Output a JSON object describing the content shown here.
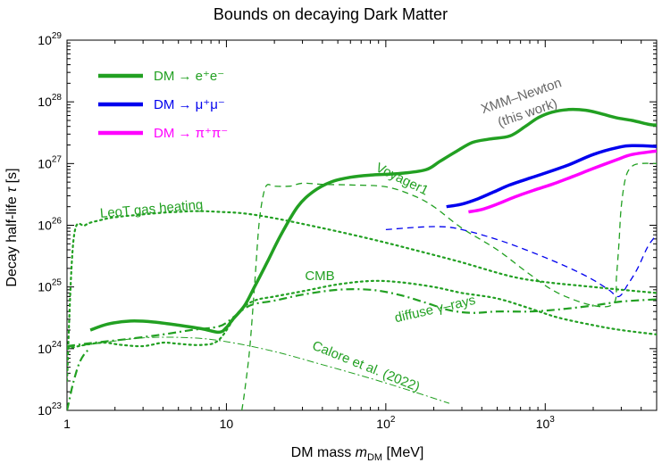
{
  "chart_data": {
    "type": "line",
    "title": "Bounds on decaying Dark Matter",
    "xlabel": "DM mass m_DM [MeV]",
    "ylabel": "Decay half-life τ [s]",
    "xscale": "log",
    "yscale": "log",
    "xlim": [
      1,
      5000
    ],
    "ylim": [
      1e+23,
      1e+29
    ],
    "x_tick_labels": [
      "1",
      "10",
      "10^2",
      "10^3"
    ],
    "y_tick_labels": [
      "10^23",
      "10^24",
      "10^25",
      "10^26",
      "10^27",
      "10^28",
      "10^29"
    ],
    "legend_position": "top-left",
    "legend": [
      {
        "label": "DM → e⁺e⁻",
        "color": "#22a022"
      },
      {
        "label": "DM → μ⁺μ⁻",
        "color": "#0000ee"
      },
      {
        "label": "DM → π⁺π⁻",
        "color": "#ff00ff"
      }
    ],
    "annotations": [
      {
        "text": "XMM–Newton",
        "text2": "(this work)",
        "color": "#666666"
      },
      {
        "text": "LeoT gas heating",
        "color": "#22a022"
      },
      {
        "text": "Voyager1",
        "color": "#22a022"
      },
      {
        "text": "CMB",
        "color": "#22a022"
      },
      {
        "text": "diffuse γ–rays",
        "color": "#22a022"
      },
      {
        "text": "Calore et al. (2022)",
        "color": "#22a022"
      }
    ],
    "series": [
      {
        "name": "DM → e⁺e⁻",
        "key": "xmm_ee",
        "color": "#22a022",
        "style": "solid-thick",
        "x": [
          1.4,
          1.8,
          2.5,
          3.5,
          5,
          7,
          9,
          10,
          11,
          13,
          15,
          18,
          22,
          28,
          35,
          45,
          60,
          80,
          100,
          130,
          180,
          220,
          280,
          350,
          450,
          600,
          750,
          900,
          1100,
          1400,
          1800,
          2200,
          2800,
          3500,
          4500,
          5000
        ],
        "y": [
          2e+24,
          2.5e+24,
          2.8e+24,
          2.7e+24,
          2.4e+24,
          2.1e+24,
          1.85e+24,
          2.2e+24,
          3e+24,
          5e+24,
          1e+25,
          2.5e+25,
          7e+25,
          2e+26,
          3.5e+26,
          5e+26,
          6e+26,
          6.5e+26,
          6.7e+26,
          7e+26,
          8e+26,
          1.1e+27,
          1.6e+27,
          2.2e+27,
          2.5e+27,
          2.8e+27,
          4e+27,
          5.5e+27,
          6.8e+27,
          7.5e+27,
          7.3e+27,
          6.5e+27,
          5.5e+27,
          5e+27,
          4.3e+27,
          4.2e+27
        ]
      },
      {
        "name": "DM → μ⁺μ⁻",
        "key": "xmm_mumu",
        "color": "#0000ee",
        "style": "solid-thick",
        "x": [
          240,
          300,
          380,
          480,
          600,
          800,
          1000,
          1400,
          2000,
          2800,
          3500,
          5000
        ],
        "y": [
          2e+26,
          2.2e+26,
          2.7e+26,
          3.5e+26,
          4.5e+26,
          5.8e+26,
          7e+26,
          9.5e+26,
          1.4e+27,
          1.8e+27,
          1.95e+27,
          1.9e+27
        ]
      },
      {
        "name": "DM → π⁺π⁻",
        "key": "xmm_pipi",
        "color": "#ff00ff",
        "style": "solid-thick",
        "x": [
          330,
          400,
          500,
          650,
          850,
          1100,
          1500,
          2000,
          2800,
          3500,
          5000
        ],
        "y": [
          1.65e+26,
          1.8e+26,
          2.2e+26,
          2.9e+26,
          3.7e+26,
          4.6e+26,
          6.2e+26,
          8.3e+26,
          1.15e+27,
          1.4e+27,
          1.6e+27
        ]
      },
      {
        "name": "LeoT gas heating",
        "key": "leot",
        "color": "#22a022",
        "style": "dotted",
        "x": [
          1,
          1.1,
          1.3,
          1.6,
          2,
          3,
          4,
          5,
          6.5,
          9,
          13,
          20,
          40,
          80,
          150,
          300,
          600,
          1000,
          2000,
          3000,
          5000
        ],
        "y": [
          3e+23,
          6e+25,
          1e+26,
          1.2e+26,
          1.35e+26,
          1.5e+26,
          1.6e+26,
          1.65e+26,
          1.7e+26,
          1.65e+26,
          1.55e+26,
          1.3e+26,
          9e+25,
          6e+25,
          4e+25,
          2.5e+25,
          1.5e+25,
          1.2e+25,
          1e+25,
          9e+24,
          8e+24
        ]
      },
      {
        "name": "Voyager1",
        "key": "voyager",
        "color": "#22a022",
        "style": "dashed",
        "x": [
          12.5,
          13,
          14,
          15,
          16,
          17,
          18,
          20,
          25,
          30,
          40,
          60,
          100,
          150,
          200,
          300,
          500,
          800,
          1200,
          2000,
          2700,
          2800,
          2900,
          3000,
          3200,
          3500,
          4000,
          5000
        ],
        "y": [
          1e+23,
          2e+23,
          1e+24,
          1e+25,
          1e+26,
          3e+26,
          4.5e+26,
          4.3e+26,
          4.3e+26,
          4.8e+26,
          4.6e+26,
          4.5e+26,
          4.2e+26,
          3e+26,
          2e+26,
          9e+25,
          4e+25,
          1.6e+25,
          8e+24,
          5e+24,
          5.5e+24,
          1.5e+25,
          5e+25,
          2e+26,
          6e+26,
          9e+26,
          1e+27,
          1e+27
        ]
      },
      {
        "name": "Voyager1 μμ",
        "key": "voyager_mumu",
        "color": "#0000ee",
        "style": "dashed",
        "x": [
          100,
          150,
          200,
          250,
          300,
          400,
          600,
          1000,
          1500,
          2000,
          2500,
          2900,
          3300,
          3800,
          4400,
          5000
        ],
        "y": [
          8.5e+25,
          9.2e+25,
          9.5e+25,
          9.3e+25,
          8.5e+25,
          7e+25,
          5e+25,
          3e+25,
          1.9e+25,
          1.3e+25,
          9e+24,
          7e+24,
          1.1e+25,
          2e+25,
          4.5e+25,
          7e+25
        ]
      },
      {
        "name": "CMB",
        "key": "cmb",
        "color": "#22a022",
        "style": "dotted",
        "x": [
          1,
          1.3,
          1.7,
          2.2,
          3,
          4,
          5,
          7,
          9,
          12,
          15,
          20,
          30,
          50,
          80,
          120,
          200,
          300,
          500,
          800,
          1200,
          2000,
          3000,
          5000
        ],
        "y": [
          1e+24,
          1.15e+24,
          1.25e+24,
          1.15e+24,
          1.1e+24,
          1.25e+24,
          1.2e+24,
          1.15e+24,
          1.4e+24,
          4e+24,
          6e+24,
          7e+24,
          8.5e+24,
          1.1e+25,
          1.25e+25,
          1.2e+25,
          1e+25,
          8e+24,
          6.5e+24,
          4.5e+24,
          3.2e+24,
          2.4e+24,
          2e+24,
          1.7e+24
        ]
      },
      {
        "name": "diffuse γ–rays",
        "key": "diffuse",
        "color": "#22a022",
        "style": "dashdot",
        "x": [
          1,
          1.3,
          1.7,
          2.5,
          4,
          6,
          9,
          11,
          13,
          15,
          20,
          30,
          50,
          80,
          120,
          180,
          250,
          350,
          500,
          800,
          1200,
          2000,
          3000,
          5000
        ],
        "y": [
          1.1e+24,
          1.2e+24,
          1.3e+24,
          1.45e+24,
          1.7e+24,
          2e+24,
          2.3e+24,
          3.2e+24,
          4.5e+24,
          5.3e+24,
          6e+24,
          7.5e+24,
          9e+24,
          9e+24,
          7.5e+24,
          5.5e+24,
          4.2e+24,
          3.8e+24,
          4e+24,
          4e+24,
          4.3e+24,
          5e+24,
          5.8e+24,
          6.3e+24
        ]
      },
      {
        "name": "Calore et al. (2022)",
        "key": "calore",
        "color": "#22a022",
        "style": "thin-dashdot",
        "x": [
          1,
          1.5,
          3,
          6,
          10,
          20,
          40,
          80,
          150,
          250
        ],
        "y": [
          1.05e+24,
          1.2e+24,
          1.5e+24,
          1.5e+24,
          1.3e+24,
          9e+23,
          5.5e+23,
          3.3e+23,
          2e+23,
          1.3e+23
        ]
      },
      {
        "name": "CMB low-mass",
        "key": "cmb_low",
        "color": "#22a022",
        "style": "dashdot",
        "x": [
          1.0,
          1.03,
          1.07,
          1.12,
          1.2,
          1.3,
          1.4
        ],
        "y": [
          1e+23,
          1.4e+23,
          2.2e+23,
          3.5e+23,
          6e+23,
          8.5e+23,
          1e+24
        ]
      }
    ]
  }
}
